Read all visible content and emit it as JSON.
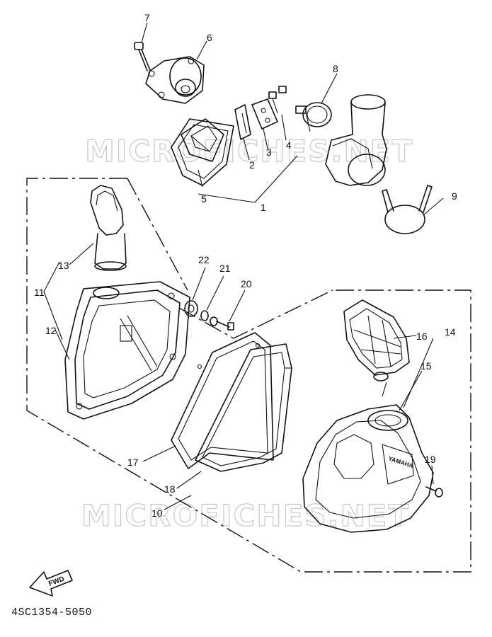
{
  "document_code": "4SC1354-5050",
  "watermark": "MICROFICHES.NET",
  "fwd_label": "FWD",
  "housing_logo": "YAMAHA",
  "callouts": [
    "1",
    "2",
    "3",
    "4",
    "5",
    "6",
    "7",
    "8",
    "9",
    "10",
    "11",
    "12",
    "13",
    "14",
    "15",
    "16",
    "17",
    "18",
    "19",
    "20",
    "21",
    "22"
  ]
}
